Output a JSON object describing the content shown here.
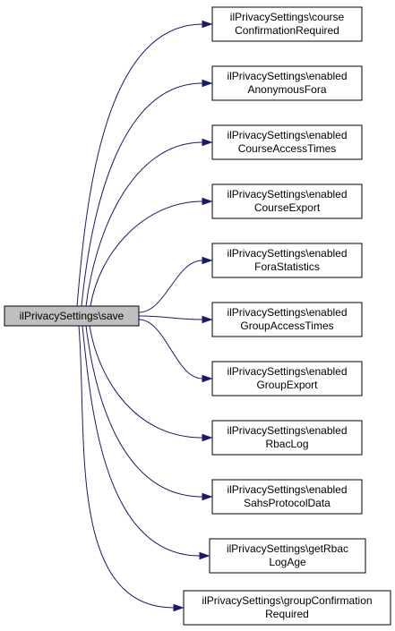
{
  "diagram": {
    "type": "call-graph",
    "colors": {
      "edge": "#191970",
      "root_fill": "#bfbfbf",
      "node_fill": "#ffffff",
      "border": "#000000"
    },
    "root": {
      "label": "ilPrivacySettings\\save"
    },
    "callees": [
      {
        "line1": "ilPrivacySettings\\course",
        "line2": "ConfirmationRequired"
      },
      {
        "line1": "ilPrivacySettings\\enabled",
        "line2": "AnonymousFora"
      },
      {
        "line1": "ilPrivacySettings\\enabled",
        "line2": "CourseAccessTimes"
      },
      {
        "line1": "ilPrivacySettings\\enabled",
        "line2": "CourseExport"
      },
      {
        "line1": "ilPrivacySettings\\enabled",
        "line2": "ForaStatistics"
      },
      {
        "line1": "ilPrivacySettings\\enabled",
        "line2": "GroupAccessTimes"
      },
      {
        "line1": "ilPrivacySettings\\enabled",
        "line2": "GroupExport"
      },
      {
        "line1": "ilPrivacySettings\\enabled",
        "line2": "RbacLog"
      },
      {
        "line1": "ilPrivacySettings\\enabled",
        "line2": "SahsProtocolData"
      },
      {
        "line1": "ilPrivacySettings\\getRbac",
        "line2": "LogAge"
      },
      {
        "line1": "ilPrivacySettings\\groupConfirmation",
        "line2": "Required"
      }
    ]
  }
}
